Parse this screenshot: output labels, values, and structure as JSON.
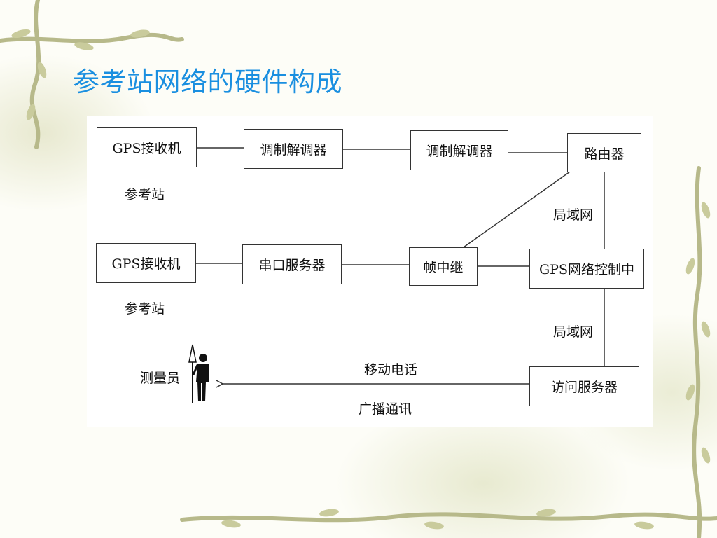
{
  "slide": {
    "title": "参考站网络的硬件构成"
  },
  "diagram": {
    "nodes": {
      "gps_receiver_1": "GPS接收机",
      "modem_1": "调制解调器",
      "modem_2": "调制解调器",
      "router": "路由器",
      "gps_receiver_2": "GPS接收机",
      "serial_server": "串口服务器",
      "frame_relay": "帧中继",
      "gps_network_control": "GPS网络控制中",
      "access_server": "访问服务器"
    },
    "labels": {
      "reference_station_1": "参考站",
      "reference_station_2": "参考站",
      "lan_1": "局域网",
      "lan_2": "局域网",
      "mobile_phone": "移动电话",
      "broadcast": "广播通讯",
      "surveyor": "测量员"
    },
    "colors": {
      "title": "#1a8fe0",
      "line": "#333333",
      "vine": "#b7b98a"
    }
  }
}
